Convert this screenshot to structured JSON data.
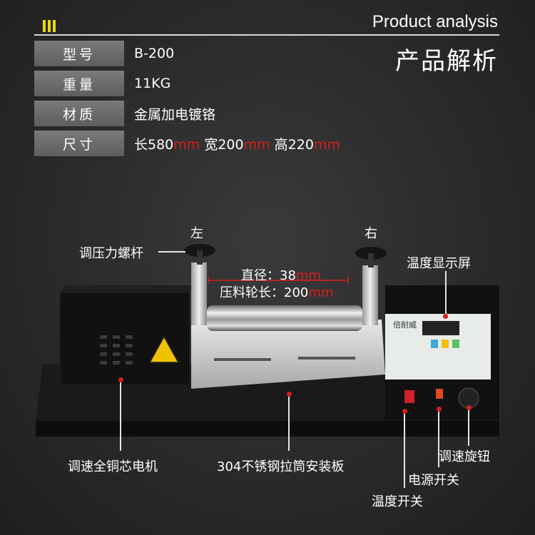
{
  "header": {
    "title_en": "Product analysis",
    "title_cn": "产品解析"
  },
  "specs": [
    {
      "key": "型号",
      "value": "B-200"
    },
    {
      "key": "重量",
      "value": "11KG"
    },
    {
      "key": "材质",
      "value": "金属加电镀铬"
    },
    {
      "key": "尺寸",
      "parts": [
        {
          "text": "长580",
          "red": false
        },
        {
          "text": "mm",
          "red": true
        },
        {
          "text": " 宽200",
          "red": false
        },
        {
          "text": "mm",
          "red": true
        },
        {
          "text": " 高220",
          "red": false
        },
        {
          "text": "mm",
          "red": true
        }
      ]
    }
  ],
  "machine_labels": {
    "left": "左",
    "right": "右",
    "pressure_screw": "调压力螺杆",
    "diameter_label": "直径：38",
    "diameter_unit": "mm",
    "roller_length_label": "压料轮长：200",
    "roller_length_unit": "mm",
    "temp_display": "温度显示屏",
    "motor": "调速全铜芯电机",
    "mounting_plate": "304不锈钢拉筒安装板",
    "speed_knob": "调速旋钮",
    "power_switch": "电源开关",
    "temp_switch": "温度开关",
    "panel_brand": "倍耐威"
  },
  "colors": {
    "accent_yellow": "#e8d60c",
    "accent_red": "#d81e1e",
    "spec_key_bg": "#6a6a6a"
  }
}
